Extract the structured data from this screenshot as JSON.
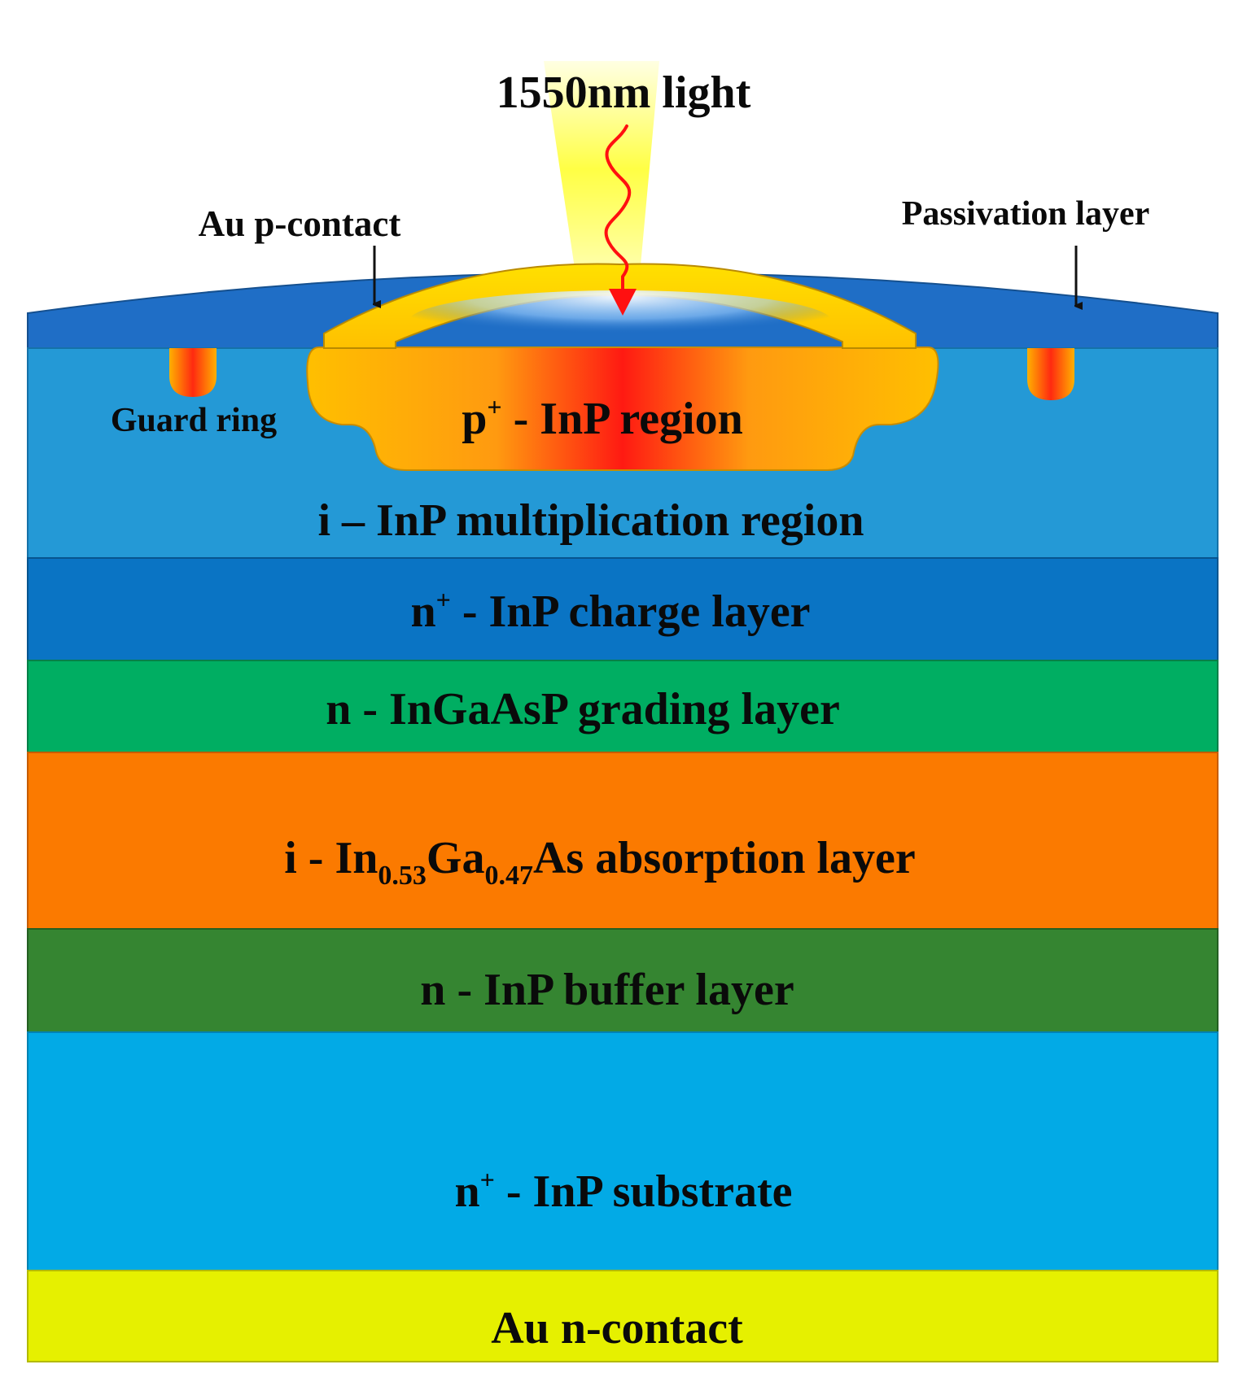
{
  "diagram": {
    "light_label": "1550nm light",
    "top_labels": {
      "au_p_contact": "Au p-contact",
      "passivation_layer": "Passivation layer",
      "guard_ring": "Guard ring"
    },
    "p_region": {
      "prefix": "p",
      "sup": "+",
      "rest": " - InP region"
    },
    "layers": [
      {
        "id": "multiplication",
        "text": "i – InP multiplication region",
        "color": "#2499d6"
      },
      {
        "id": "charge",
        "prefix": "n",
        "sup": "+",
        "rest": " - InP charge layer",
        "color": "#0a74c4"
      },
      {
        "id": "grading",
        "text": "n - InGaAsP grading layer",
        "color": "#00ae62"
      },
      {
        "id": "absorption",
        "pre": "i - In",
        "sub1": "0.53",
        "mid": "Ga",
        "sub2": "0.47",
        "post": "As absorption layer",
        "color": "#fb7a00"
      },
      {
        "id": "buffer",
        "text": "n - InP buffer layer",
        "color": "#358531"
      },
      {
        "id": "substrate",
        "prefix": "n",
        "sup": "+",
        "rest": " - InP substrate",
        "color": "#02aae6"
      },
      {
        "id": "n-contact",
        "text": "Au n-contact",
        "color": "#e6f000"
      }
    ],
    "colors": {
      "passivation": "#1f6ec6",
      "gold": "#ffc000",
      "hot": "#ff1c10",
      "arrow": "#ff1010",
      "light": "#ffff60"
    }
  }
}
